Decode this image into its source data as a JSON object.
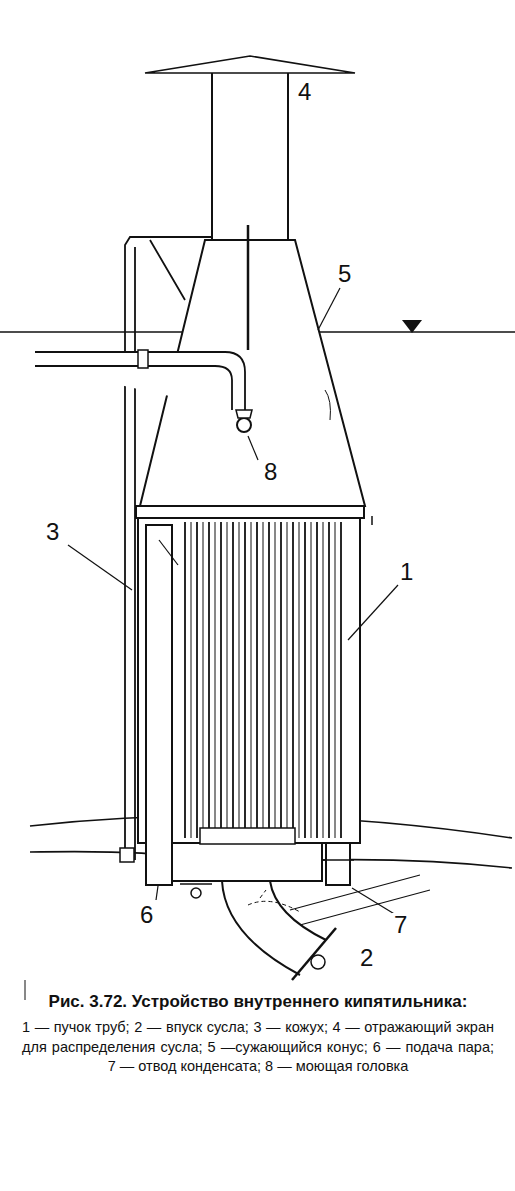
{
  "diagram": {
    "caption": "Рис. 3.72. Устройство внутреннего кипятильника:",
    "labels": [
      "4",
      "5",
      "8",
      "3",
      "1",
      "6",
      "7",
      "2",
      "1 — пучок труб; 2 — впуск сусла; 3 — кожух; 4 — отражающий экран для распределения сусла; 5 —сужающийся конус; 6 — подача пара; 7 — отвод конденсата; 8 — моющая головка"
    ]
  }
}
